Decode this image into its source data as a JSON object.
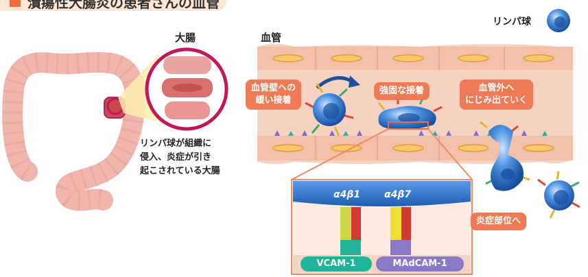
{
  "title": "潰瘍性大腸炎の患者さんの血管",
  "labels": {
    "colon": "大腸",
    "vessel": "血管",
    "lymphocyte": "リンパ球"
  },
  "colon_note": [
    "リンパ球が組織に",
    "侵入、炎症が引き",
    "起こされている大腸"
  ],
  "callouts": {
    "loose_adhesion": [
      "血管壁への",
      "緩い接着"
    ],
    "strong_adhesion": "強固な接着",
    "extravasation": [
      "血管外へ",
      "にじみ出ていく"
    ],
    "to_inflammation": "炎症部位へ"
  },
  "integrins": [
    "α4β1",
    "α4β7"
  ],
  "ligands": [
    "VCAM-1",
    "MAdCAM-1"
  ],
  "colors": {
    "accent": "#ef6a3c",
    "callout": "#ef7a55",
    "vcam": "#1fb39a",
    "madcam": "#8a78c6",
    "cell_blue": "#2a6fc9",
    "vessel": "#f2bfa8"
  }
}
